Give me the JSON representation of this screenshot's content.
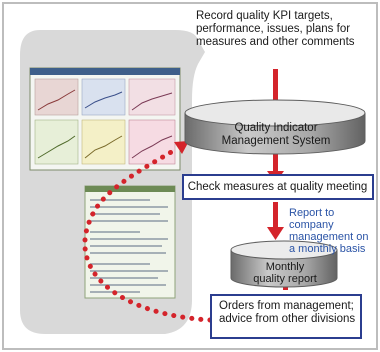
{
  "diagram": {
    "top_note": "Record quality KPI targets, performance, issues, plans for measures and other comments",
    "system_label": "Quality Indicator Management System",
    "meeting_label": "Check measures at quality meeting",
    "report_note": "Report to company management on a monthly basis",
    "monthly_report_label": "Monthly quality report",
    "orders_label": "Orders from management; advice from other divisions"
  },
  "colors": {
    "frame": "#bdbdbd",
    "panel": "#d9d9d9",
    "arrow_red": "#d4242b",
    "box_blue": "#2b3d8f",
    "note_blue": "#2b54a6",
    "cylinder": "#8f8f8f"
  }
}
